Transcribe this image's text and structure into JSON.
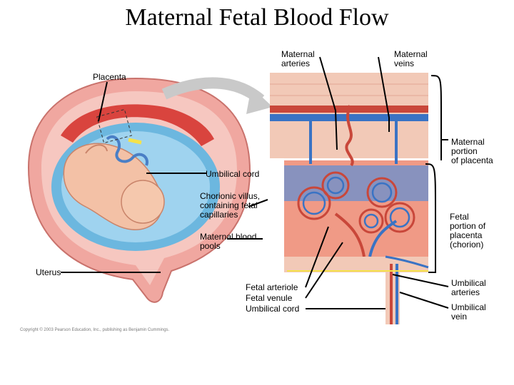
{
  "title": "Maternal Fetal Blood Flow",
  "labels": {
    "maternal_arteries": "Maternal\narteries",
    "maternal_veins": "Maternal\nveins",
    "placenta": "Placenta",
    "maternal_portion": "Maternal\nportion\nof placenta",
    "umbilical_cord": "Umbilical cord",
    "chorionic_villus": "Chorionic villus,\ncontaining fetal\ncapillaries",
    "maternal_blood_pools": "Maternal blood\npools",
    "fetal_portion": "Fetal\nportion of\nplacenta\n(chorion)",
    "uterus": "Uterus",
    "fetal_arteriole": "Fetal arteriole",
    "fetal_venule": "Fetal venule",
    "umbilical_cord_bottom": "Umbilical cord",
    "umbilical_arteries": "Umbilical\narteries",
    "umbilical_vein": "Umbilical\nvein"
  },
  "copyright": "Copyright © 2003 Pearson Education, Inc., publishing as Benjamin Cummings."
}
